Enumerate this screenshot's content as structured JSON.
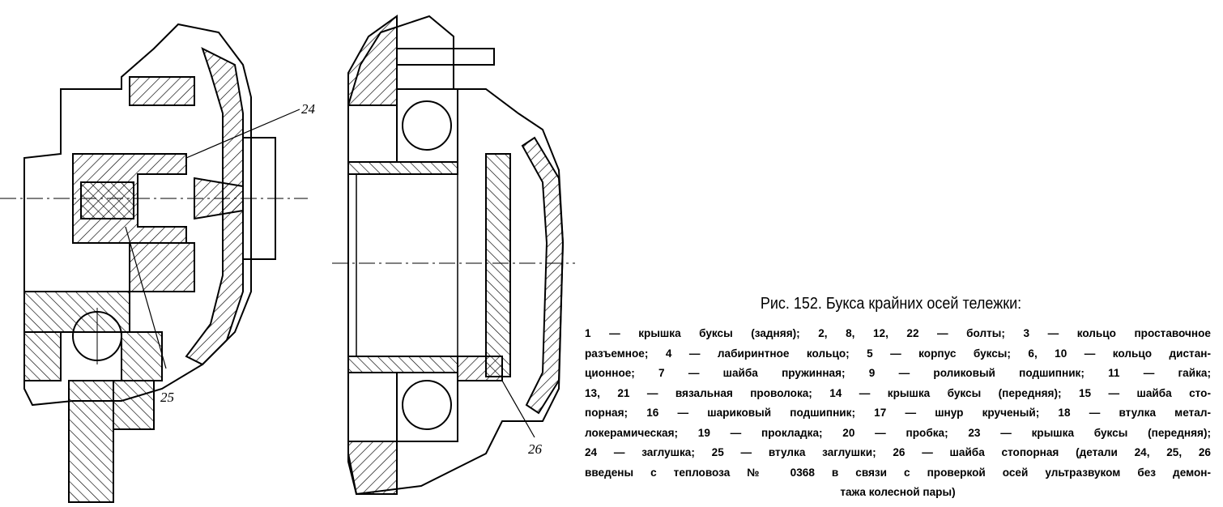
{
  "figure": {
    "labels": {
      "l24": "24",
      "l25": "25",
      "l26": "26"
    },
    "caption_title": "Рис. 152. Букса крайних осей тележки:",
    "caption_lines": [
      "1 — крышка буксы (задняя); 2, 8, 12, 22 — болты; 3 — кольцо проставочное",
      "разъемное; 4 — лабиринтное кольцо; 5 — корпус буксы; 6, 10 — кольцо дистан-",
      "ционное; 7 — шайба пружинная; 9 — роликовый подшипник; 11 — гайка;",
      "13, 21 — вязальная проволока; 14 — крышка буксы (передняя); 15 — шайба сто-",
      "порная; 16 — шариковый подшипник; 17 — шнур крученый; 18 — втулка метал-",
      "локерамическая; 19 — прокладка; 20 — пробка; 23 — крышка буксы (передняя);",
      "24 — заглушка; 25 — втулка заглушки; 26 — шайба стопорная (детали 24, 25, 26",
      "введены с тепловоза № 0368 в связи с проверкой осей ультразвуком без демон-",
      "тажа колесной пары)"
    ]
  }
}
